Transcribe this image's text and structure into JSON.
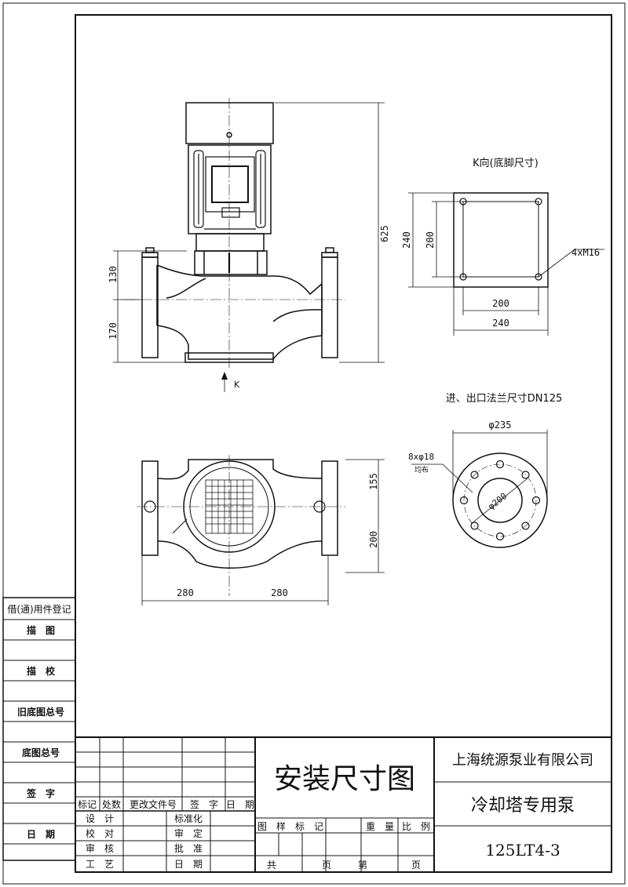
{
  "side_table": {
    "heading": "借(通)用件登记",
    "rows": [
      "描　图",
      "描　校",
      "旧底图总号",
      "底图总号",
      "签　字",
      "日　期"
    ]
  },
  "drawing": {
    "height_total": "625",
    "dim_upper": "130",
    "dim_lower": "170",
    "view_arrow": "K",
    "k_view_title": "K向(底脚尺寸)",
    "k_outer_v": "240",
    "k_inner_v": "200",
    "k_inner_h": "200",
    "k_outer_h": "240",
    "k_bolts": "4xM16",
    "flange_title": "进、出口法兰尺寸DN125",
    "flange_od": "φ235",
    "flange_holes": "8xφ18",
    "flange_holes_note": "均布",
    "flange_pcd": "φ200",
    "plan_upper": "155",
    "plan_lower": "200",
    "plan_left": "280",
    "plan_right": "280"
  },
  "title_block": {
    "revision_headers": [
      "标记",
      "处数",
      "更改文件号",
      "签　字",
      "日　期"
    ],
    "approvals": [
      [
        "设　计",
        "标准化"
      ],
      [
        "校　对",
        "审　定"
      ],
      [
        "审　核",
        "批　准"
      ],
      [
        "工　艺",
        "日　期"
      ]
    ],
    "drawing_title": "安装尺寸图",
    "attr_headers": [
      "图　样　标　记",
      "重　量",
      "比　例"
    ],
    "sheet_total": "共",
    "sheet_unit": "页",
    "sheet_no": "第",
    "sheet_unit2": "页",
    "company": "上海统源泵业有限公司",
    "product": "冷却塔专用泵",
    "model": "125LT4-3"
  }
}
